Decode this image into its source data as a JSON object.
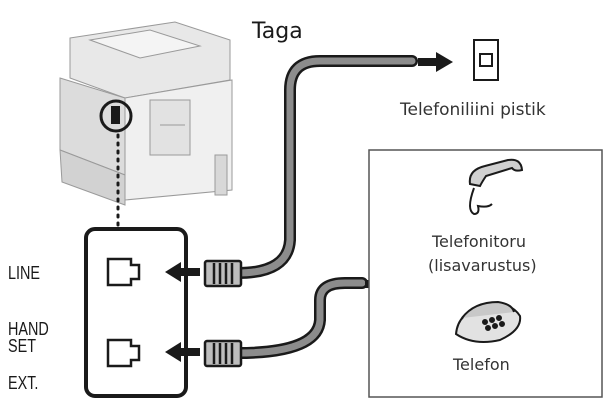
{
  "title": "Taga",
  "wall_jack_label": "Telefoniliini pistik",
  "handset_label_line1": "Telefonitoru",
  "handset_label_line2": "(lisavarustus)",
  "telephone_label": "Telefon",
  "port_labels": {
    "line": "LINE",
    "hand": "HAND",
    "set": "SET",
    "ext": "EXT."
  },
  "colors": {
    "cable": "#8c8c8c",
    "outline": "#1a1a1a",
    "device": "#e6e6e6"
  }
}
